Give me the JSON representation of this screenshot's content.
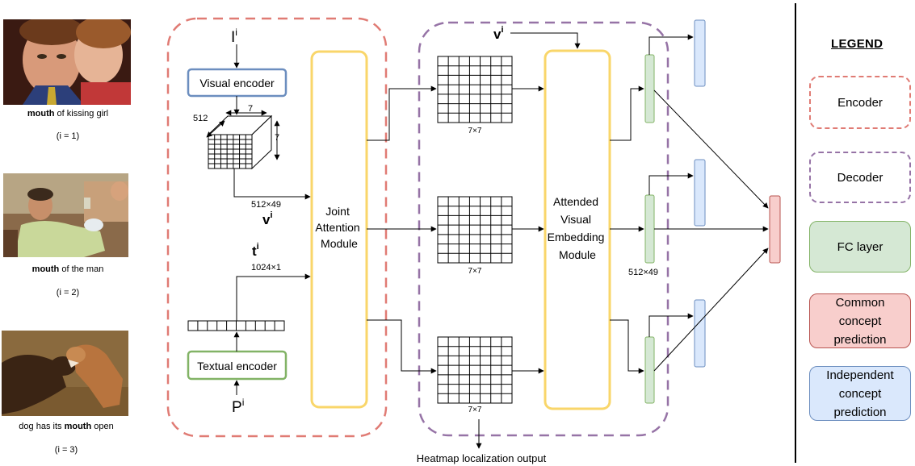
{
  "examples": [
    {
      "caption_pre": "",
      "caption_bold": "mouth",
      "caption_post": " of kissing girl",
      "index_label": "(i = 1)"
    },
    {
      "caption_pre": "",
      "caption_bold": "mouth",
      "caption_post": " of the man",
      "index_label": "(i = 2)"
    },
    {
      "caption_pre": "dog has its ",
      "caption_bold": "mouth",
      "caption_post": " open",
      "index_label": "(i = 3)"
    }
  ],
  "encoder": {
    "image_input": {
      "base": "I",
      "sup": "i"
    },
    "visual_encoder": "Visual encoder",
    "textual_encoder": "Textual encoder",
    "phrase_input": {
      "base": "P",
      "sup": "i"
    },
    "cube_dims": {
      "depth": "512",
      "width": "7",
      "height": "7"
    },
    "visual_feature_size": "512×49",
    "visual_feature": {
      "base": "v",
      "sup": "i"
    },
    "text_feature": {
      "base": "t",
      "sup": "i"
    },
    "text_feature_size": "1024×1",
    "joint_attention": [
      "Joint",
      "Attention",
      "Module"
    ]
  },
  "decoder": {
    "top_input": {
      "base": "v",
      "sup": "i"
    },
    "grid_labels": [
      "7×7",
      "7×7",
      "7×7"
    ],
    "attended_module": [
      "Attended",
      "Visual",
      "Embedding",
      "Module"
    ],
    "fc_size": "512×49",
    "heatmap_output": "Heatmap localization output"
  },
  "legend": {
    "title": "LEGEND",
    "items": [
      {
        "label_lines": [
          "Encoder"
        ],
        "style": "dashed",
        "color": "#e07b74",
        "fill": "#ffffff"
      },
      {
        "label_lines": [
          "Decoder"
        ],
        "style": "dashed",
        "color": "#9673a6",
        "fill": "#ffffff"
      },
      {
        "label_lines": [
          "FC layer"
        ],
        "style": "solid",
        "color": "#82b366",
        "fill": "#d5e8d4"
      },
      {
        "label_lines": [
          "Common",
          "concept",
          "prediction"
        ],
        "style": "solid",
        "color": "#b85450",
        "fill": "#f8cecc"
      },
      {
        "label_lines": [
          "Independent",
          "concept",
          "prediction"
        ],
        "style": "solid",
        "color": "#6c8ebf",
        "fill": "#dae8fc"
      }
    ]
  },
  "colors": {
    "encoder_dash": "#e07b74",
    "decoder_dash": "#9673a6",
    "visual_encoder": "#6c8ebf",
    "textual_encoder": "#82b366",
    "module_border": "#f9d66a",
    "fc_fill": "#d5e8d4",
    "fc_stroke": "#82b366",
    "independent_fill": "#dae8fc",
    "independent_stroke": "#6c8ebf",
    "common_fill": "#f8cecc",
    "common_stroke": "#b85450"
  }
}
